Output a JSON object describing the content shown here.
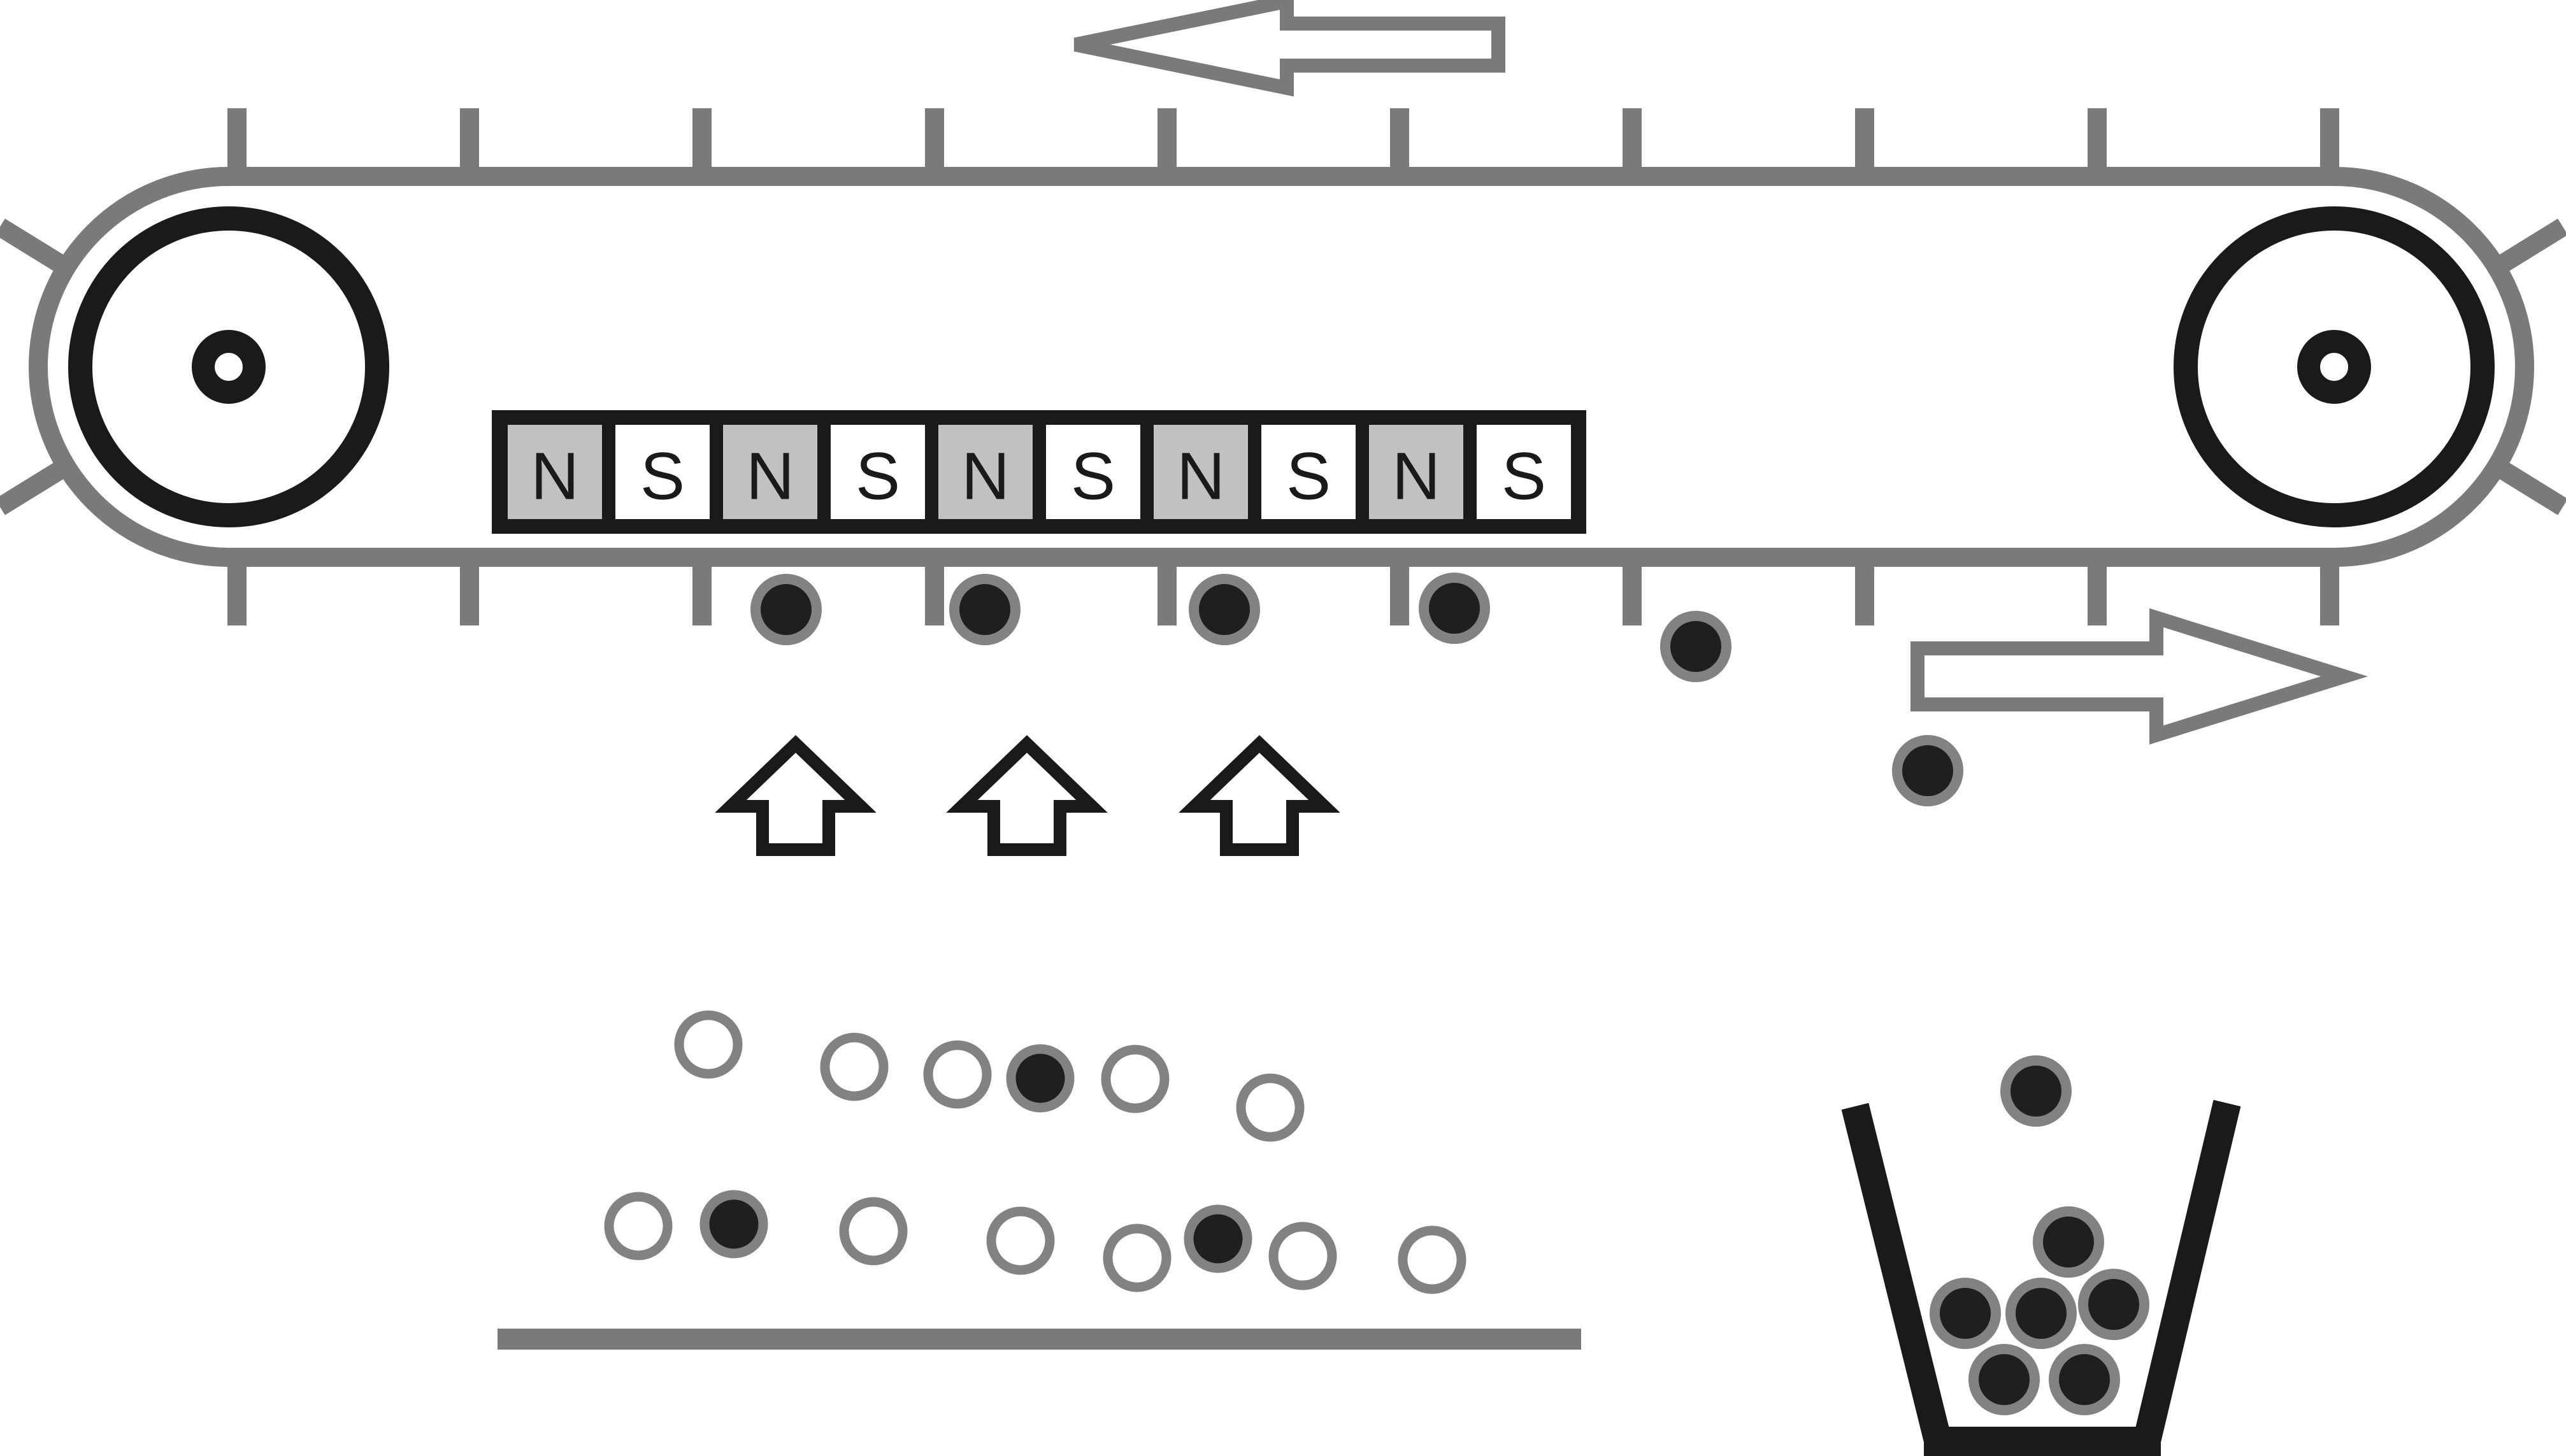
{
  "figure": {
    "type": "magnetic-separator-conveyor-diagram",
    "description": "Overband magnetic separator: conveyor belt moving left over an alternating-pole magnet bar lifts magnetic particles from a feed pile; particles are carried right and dropped into a collection bucket."
  },
  "colors": {
    "dark": "#1a1a1a",
    "machine-gray": "#7a7a7a",
    "ring-gray": "#828282",
    "magnet-frame": "#1a1a1a",
    "magnet-n-bg": "#c1c1c1",
    "magnet-s-bg": "#ffffff",
    "particle-dark": "#1f1f1f",
    "particle-light": "#ffffff",
    "background": "#ffffff"
  },
  "magnet": {
    "cells": [
      {
        "label": "N",
        "bg": "#c1c1c1"
      },
      {
        "label": "S",
        "bg": "#ffffff"
      },
      {
        "label": "N",
        "bg": "#c1c1c1"
      },
      {
        "label": "S",
        "bg": "#ffffff"
      },
      {
        "label": "N",
        "bg": "#c1c1c1"
      },
      {
        "label": "S",
        "bg": "#ffffff"
      },
      {
        "label": "N",
        "bg": "#c1c1c1"
      },
      {
        "label": "S",
        "bg": "#ffffff"
      },
      {
        "label": "N",
        "bg": "#c1c1c1"
      },
      {
        "label": "S",
        "bg": "#ffffff"
      }
    ]
  },
  "arrows": {
    "belt_direction": "left",
    "discharge_direction": "right",
    "attraction_direction": "up",
    "attraction_arrow_count": 3
  },
  "particles": {
    "attached_under_belt": 4,
    "falling_to_bucket": 3,
    "in_bucket": 6,
    "feed_pile_total": 14,
    "feed_pile_magnetic": 3,
    "feed_pile_nonmagnetic": 11
  }
}
